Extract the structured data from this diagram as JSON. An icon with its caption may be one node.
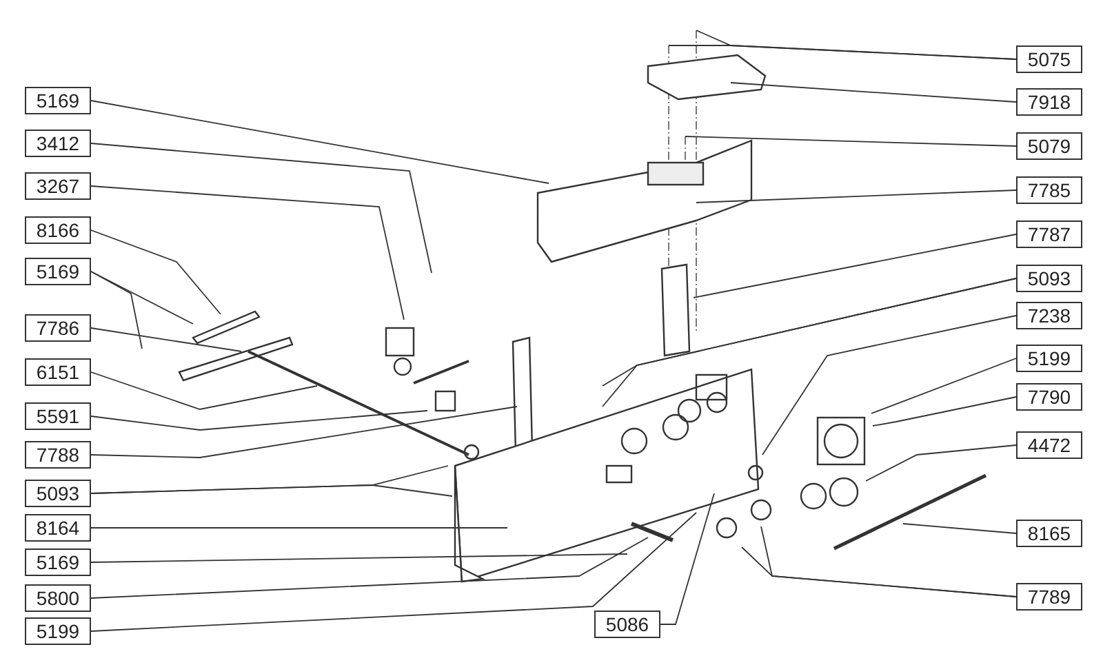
{
  "diagram": {
    "nodes": [
      {
        "text": [
          "5169"
        ]
      },
      {
        "text": [
          "3412"
        ]
      },
      {
        "text": [
          "3267"
        ]
      },
      {
        "text": [
          "8166"
        ]
      },
      {
        "text": [
          "5169"
        ]
      },
      {
        "text": [
          "7786"
        ]
      },
      {
        "text": [
          "6151"
        ]
      },
      {
        "text": [
          "5591"
        ]
      },
      {
        "text": [
          "7788"
        ]
      },
      {
        "text": [
          "5093"
        ]
      },
      {
        "text": [
          "8164"
        ]
      },
      {
        "text": [
          "5169"
        ]
      },
      {
        "text": [
          "5800"
        ]
      },
      {
        "text": [
          "5199"
        ]
      },
      {
        "text": [
          "5075"
        ]
      },
      {
        "text": [
          "7918"
        ]
      },
      {
        "text": [
          "5079"
        ]
      },
      {
        "text": [
          "7785"
        ]
      },
      {
        "text": [
          "7787"
        ]
      },
      {
        "text": [
          "5093"
        ]
      },
      {
        "text": [
          "7238"
        ]
      },
      {
        "text": [
          "5199"
        ]
      },
      {
        "text": [
          "7790"
        ]
      },
      {
        "text": [
          "4472"
        ]
      },
      {
        "text": [
          "8165"
        ]
      },
      {
        "text": [
          "7789"
        ]
      },
      {
        "text": [
          "5086"
        ]
      }
    ],
    "edges": [
      {
        "from": 0,
        "to": null,
        "arrow": "none"
      },
      {
        "from": 1,
        "to": null,
        "arrow": "none"
      },
      {
        "from": 2,
        "to": null,
        "arrow": "none"
      },
      {
        "from": 3,
        "to": null,
        "arrow": "none"
      },
      {
        "from": 4,
        "to": null,
        "arrow": "none"
      },
      {
        "from": 4,
        "to": null,
        "arrow": "none"
      },
      {
        "from": 5,
        "to": null,
        "arrow": "none"
      },
      {
        "from": 6,
        "to": null,
        "arrow": "none"
      },
      {
        "from": 7,
        "to": null,
        "arrow": "none"
      },
      {
        "from": 8,
        "to": null,
        "arrow": "none"
      },
      {
        "from": 9,
        "to": null,
        "arrow": "none"
      },
      {
        "from": 9,
        "to": null,
        "arrow": "none"
      },
      {
        "from": 10,
        "to": null,
        "arrow": "none"
      },
      {
        "from": 11,
        "to": null,
        "arrow": "none"
      },
      {
        "from": 12,
        "to": null,
        "arrow": "none"
      },
      {
        "from": 13,
        "to": null,
        "arrow": "none"
      },
      {
        "from": 14,
        "to": null,
        "arrow": "none"
      },
      {
        "from": 14,
        "to": null,
        "arrow": "none"
      },
      {
        "from": 15,
        "to": null,
        "arrow": "none"
      },
      {
        "from": 16,
        "to": null,
        "arrow": "none"
      },
      {
        "from": 17,
        "to": null,
        "arrow": "none"
      },
      {
        "from": 18,
        "to": null,
        "arrow": "none"
      },
      {
        "from": 19,
        "to": null,
        "arrow": "none"
      },
      {
        "from": 19,
        "to": null,
        "arrow": "none"
      },
      {
        "from": 20,
        "to": null,
        "arrow": "none"
      },
      {
        "from": 21,
        "to": null,
        "arrow": "none"
      },
      {
        "from": 22,
        "to": null,
        "arrow": "none"
      },
      {
        "from": 23,
        "to": null,
        "arrow": "none"
      },
      {
        "from": 24,
        "to": null,
        "arrow": "none"
      },
      {
        "from": 25,
        "to": null,
        "arrow": "none"
      },
      {
        "from": 25,
        "to": null,
        "arrow": "none"
      },
      {
        "from": 26,
        "to": null,
        "arrow": "none"
      }
    ]
  }
}
